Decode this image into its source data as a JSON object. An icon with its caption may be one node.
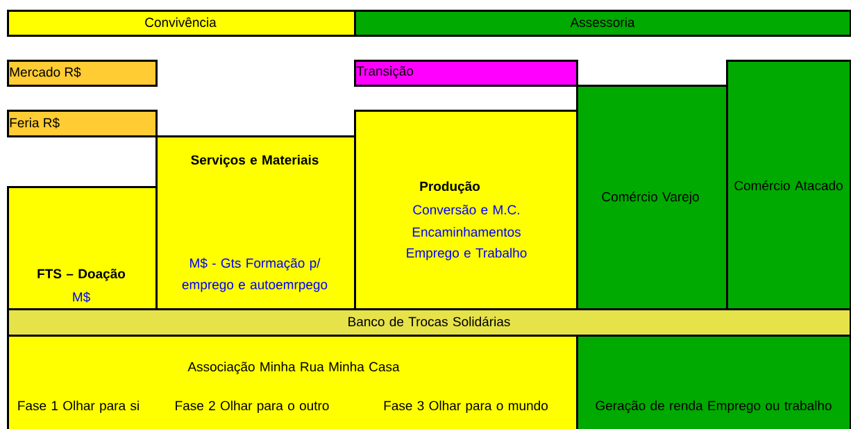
{
  "diagram": {
    "nodes": [
      {
        "text": [
          "Convivência"
        ]
      },
      {
        "text": [
          "Assessoria"
        ]
      },
      {
        "text": [
          "Mercado R$"
        ]
      },
      {
        "text": [
          "Transição"
        ]
      },
      {
        "text": [
          "Feria R$"
        ]
      },
      {
        "text": [
          "Serviços e Materiais",
          "M$ - Gts Formação p/ emprego e autoemrpego"
        ]
      },
      {
        "text": [
          "FTS – Doação",
          "M$"
        ]
      },
      {
        "text": [
          "Produção",
          "Conversão e M.C.",
          "Encaminhamentos",
          "Emprego e Trabalho"
        ]
      },
      {
        "text": [
          "Comércio Varejo"
        ]
      },
      {
        "text": [
          "Comércio Atacado"
        ]
      },
      {
        "text": [
          "Banco de Trocas Solidárias"
        ]
      },
      {
        "text": [
          "Associação Minha Rua Minha Casa",
          "Fase 1 Olhar para si",
          "Fase 2 Olhar para o outro",
          "Fase 3 Olhar para o mundo"
        ]
      },
      {
        "text": [
          "Geração de renda Emprego ou trabalho"
        ]
      }
    ]
  }
}
